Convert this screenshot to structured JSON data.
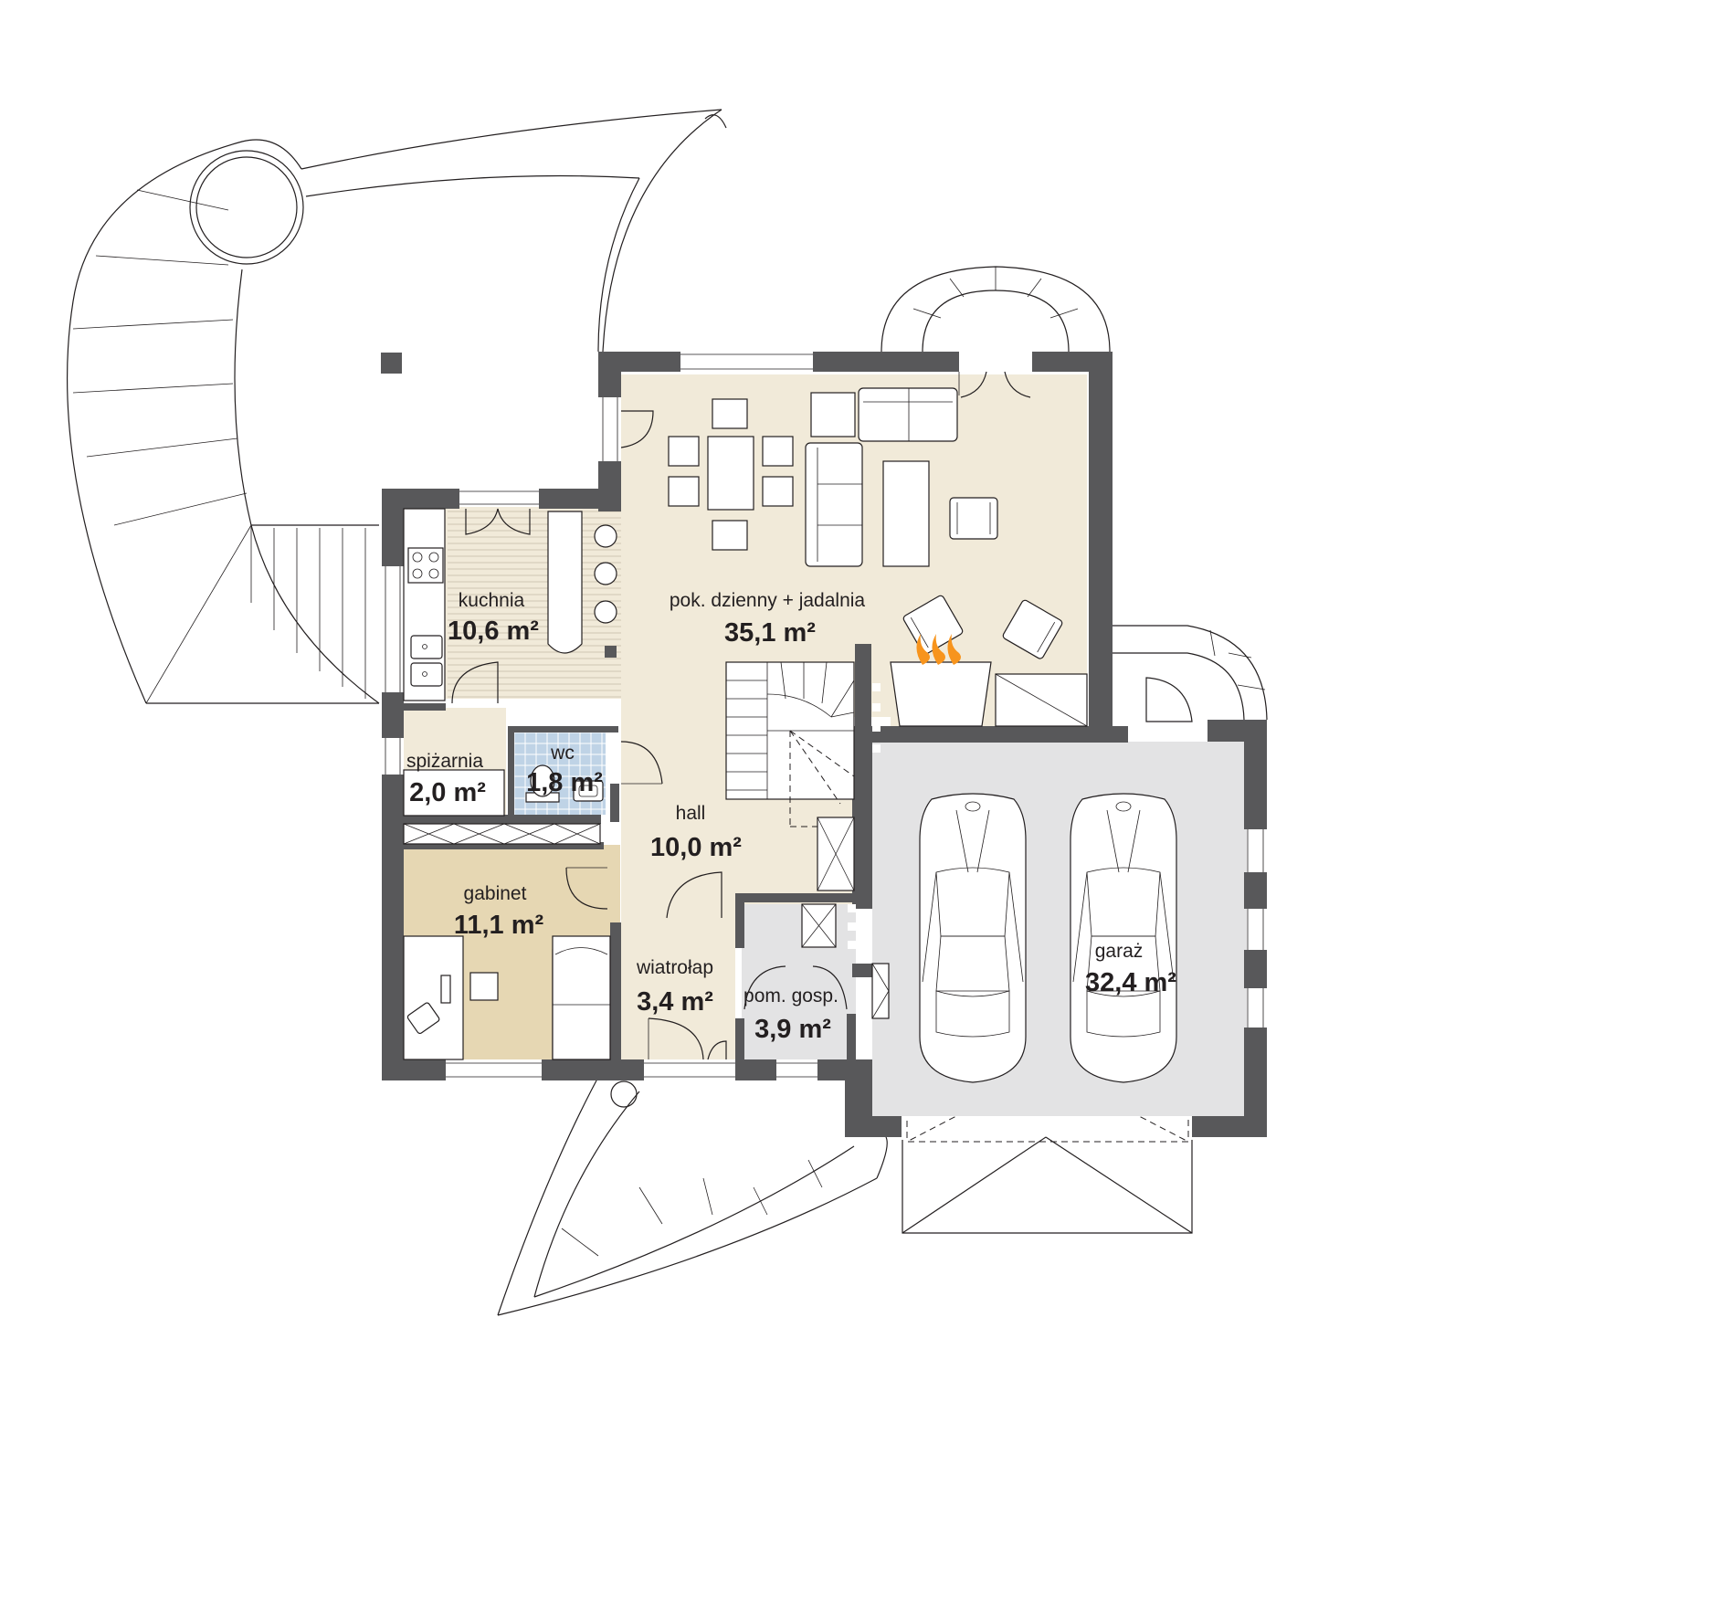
{
  "colors": {
    "wall": "#58585a",
    "living": "#f1ead9",
    "office": "#e6d7b3",
    "garage": "#e3e3e4",
    "wc": "#bfd3e6",
    "line": "#231f20",
    "flame": "#f7941d"
  },
  "rooms": [
    {
      "id": "living",
      "name": "pok. dzienny + jadalnia",
      "area": "35,1 m²"
    },
    {
      "id": "kitchen",
      "name": "kuchnia",
      "area": "10,6 m²"
    },
    {
      "id": "pantry",
      "name": "spiżarnia",
      "area": "2,0 m²"
    },
    {
      "id": "wc",
      "name": "wc",
      "area": "1,8 m²"
    },
    {
      "id": "hall",
      "name": "hall",
      "area": "10,0 m²"
    },
    {
      "id": "office",
      "name": "gabinet",
      "area": "11,1 m²"
    },
    {
      "id": "vestibule",
      "name": "wiatrołap",
      "area": "3,4 m²"
    },
    {
      "id": "utility",
      "name": "pom. gosp.",
      "area": "3,9 m²"
    },
    {
      "id": "garage",
      "name": "garaż",
      "area": "32,4 m²"
    }
  ],
  "icons": {
    "fireplace": "fireplace-icon",
    "car": "car-icon",
    "stairs": "staircase-icon",
    "stove": "stove-icon",
    "sink": "sink-icon",
    "toilet": "toilet-icon"
  }
}
